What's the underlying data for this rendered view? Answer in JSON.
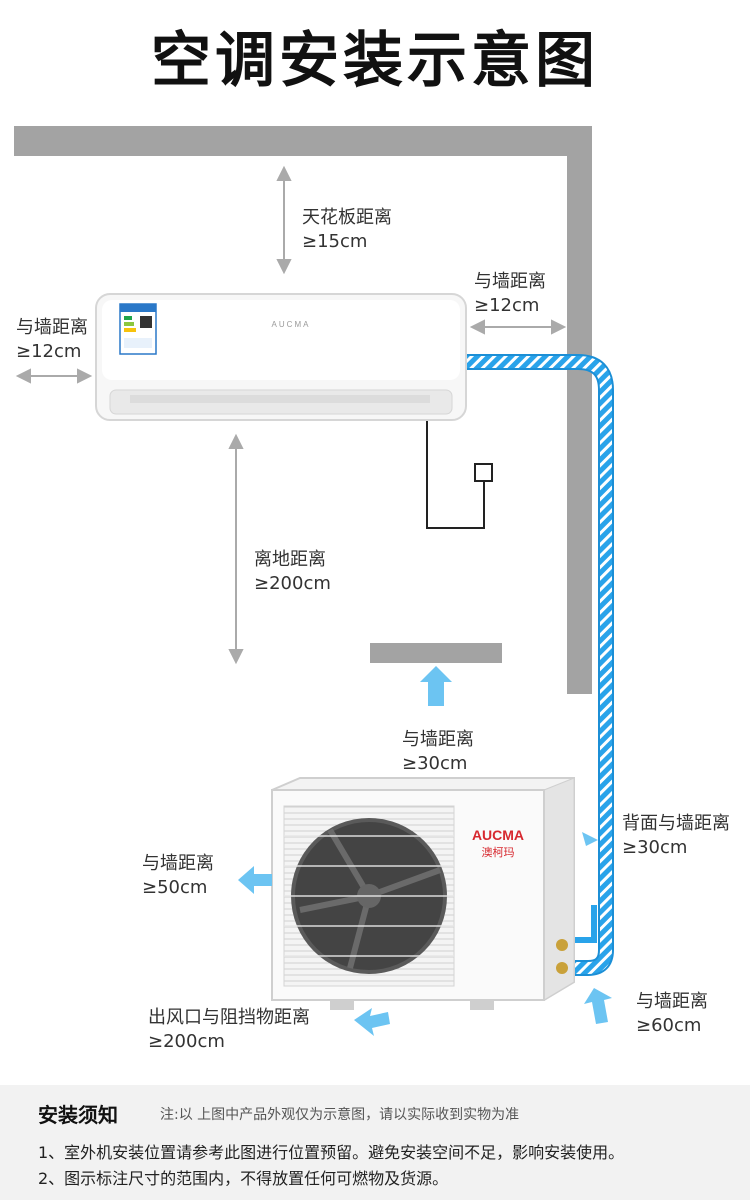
{
  "title": "空调安装示意图",
  "brand": "AUCMA",
  "brand_cn": "澳柯玛",
  "labels": {
    "ceiling": [
      "天花板距离",
      "≥15cm"
    ],
    "left_wall": [
      "与墙距离",
      "≥12cm"
    ],
    "right_wall": [
      "与墙距离",
      "≥12cm"
    ],
    "floor": [
      "离地距离",
      "≥200cm"
    ],
    "outdoor_top": [
      "与墙距离",
      "≥30cm"
    ],
    "outdoor_back": [
      "背面与墙距离",
      "≥30cm"
    ],
    "outdoor_left": [
      "与墙距离",
      "≥50cm"
    ],
    "outdoor_front": [
      "出风口与阻挡物距离",
      "≥200cm"
    ],
    "outdoor_right": [
      "与墙距离",
      "≥60cm"
    ]
  },
  "notes": {
    "title": "安装须知",
    "subtitle": "注:以 上图中产品外观仅为示意图，请以实际收到实物为准",
    "items": [
      "1、室外机安装位置请参考此图进行位置预留。避免安装空间不足，影响安装使用。",
      "2、图示标注尺寸的范围内，不得放置任何可燃物及货源。"
    ]
  },
  "colors": {
    "wall": "#a3a3a3",
    "pipe": "#29a3ea",
    "arrow_gray": "#aaaaaa",
    "arrow_blue": "#6cc4f2"
  }
}
